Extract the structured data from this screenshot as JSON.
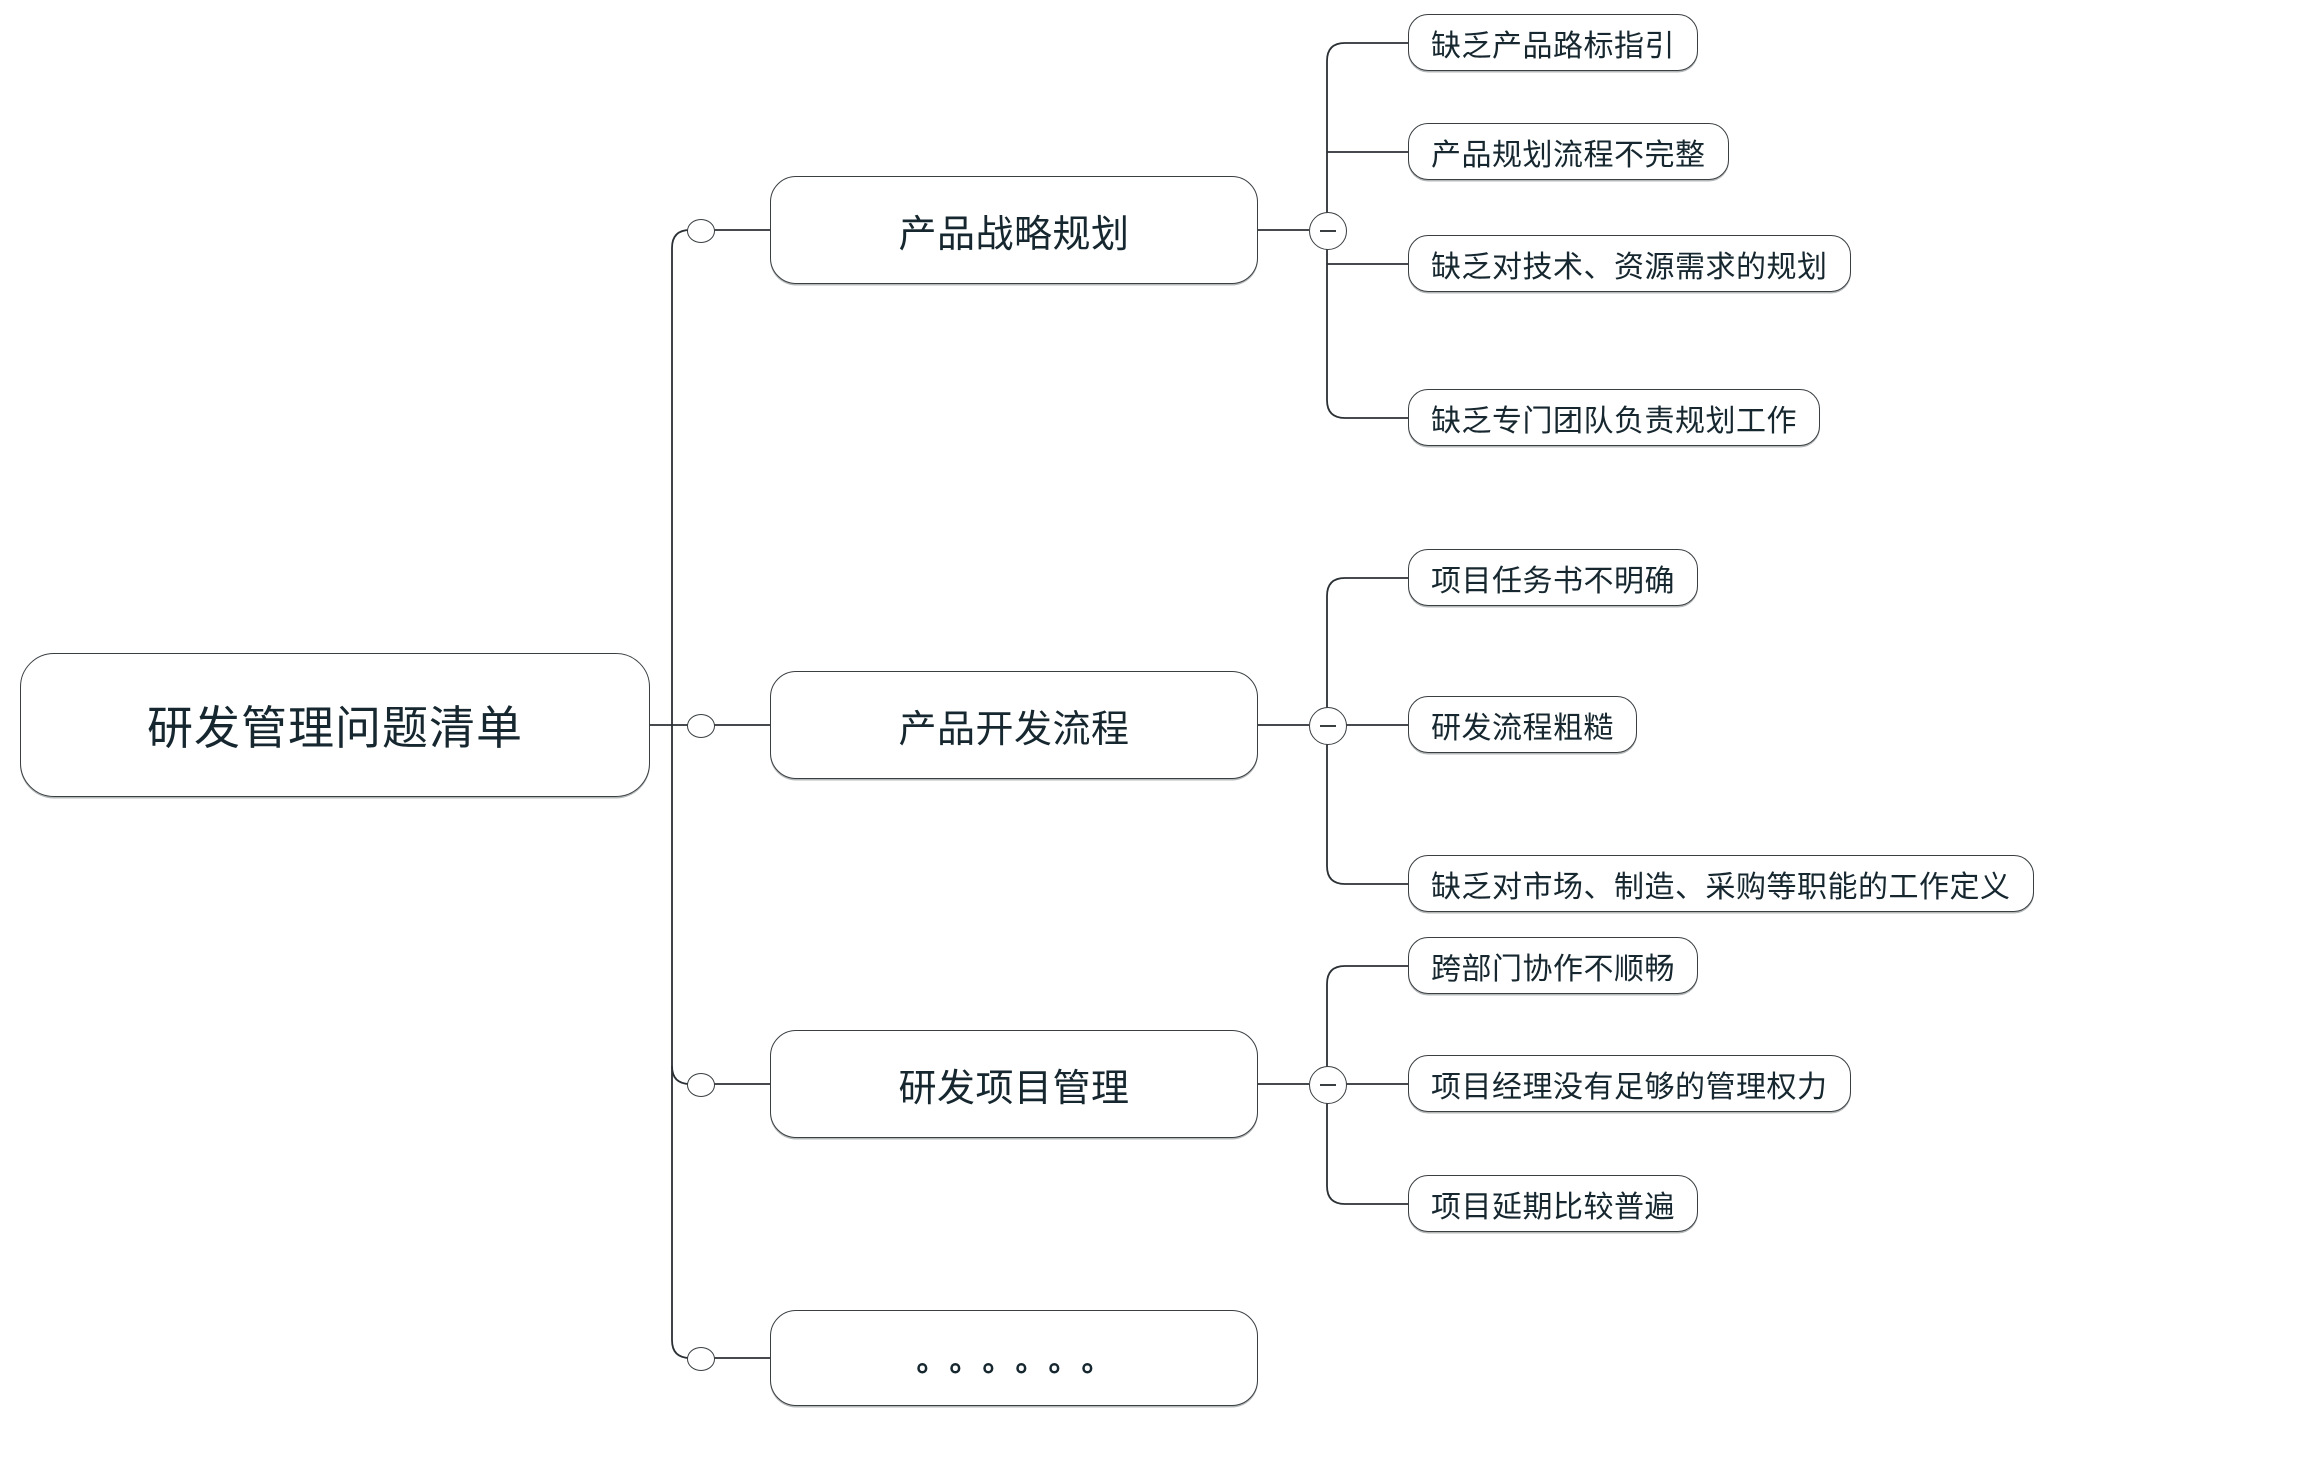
{
  "diagram": {
    "type": "mindmap",
    "title": "研发管理问题清单",
    "root": {
      "label": "研发管理问题清单"
    },
    "branches": [
      {
        "label": "产品战略规划",
        "toggle": "collapse-minus-icon",
        "children": [
          {
            "label": "缺乏产品路标指引"
          },
          {
            "label": "产品规划流程不完整"
          },
          {
            "label": "缺乏对技术、资源需求的规划"
          },
          {
            "label": "缺乏专门团队负责规划工作"
          }
        ]
      },
      {
        "label": "产品开发流程",
        "toggle": "collapse-minus-icon",
        "children": [
          {
            "label": "项目任务书不明确"
          },
          {
            "label": "研发流程粗糙"
          },
          {
            "label": "缺乏对市场、制造、采购等职能的工作定义"
          }
        ]
      },
      {
        "label": "研发项目管理",
        "toggle": "collapse-minus-icon",
        "children": [
          {
            "label": "跨部门协作不顺畅"
          },
          {
            "label": "项目经理没有足够的管理权力"
          },
          {
            "label": "项目延期比较普遍"
          }
        ]
      },
      {
        "label": "。。。。。。",
        "toggle": null,
        "children": []
      }
    ],
    "colors": {
      "text": "#16272f",
      "border": "#3a3f42",
      "background": "#ffffff",
      "connector": "#2b3034"
    }
  }
}
